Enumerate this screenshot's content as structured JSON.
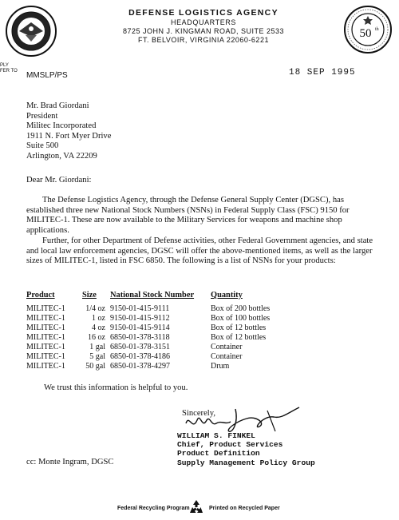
{
  "letterhead": {
    "agency": "DEFENSE LOGISTICS AGENCY",
    "hq": "HEADQUARTERS",
    "address_line1": "8725 JOHN J. KINGMAN ROAD, SUITE 2533",
    "address_line2": "FT. BELVOIR, VIRGINIA 22060-6221"
  },
  "reply_to_label": "PLY\nFER TO",
  "reference": "MMSLP/PS",
  "date": "18 SEP 1995",
  "recipient": {
    "name": "Mr. Brad Giordani",
    "title": "President",
    "company": "Militec Incorporated",
    "street": "1911 N. Fort Myer Drive",
    "suite": "Suite 500",
    "city": "Arlington, VA 22209"
  },
  "salutation": "Dear Mr. Giordani:",
  "paragraph1": "The Defense Logistics Agency, through the Defense General Supply Center (DGSC), has established three new National Stock Numbers (NSNs) in Federal Supply Class (FSC) 9150 for MILITEC-1. These are now available to the Military Services for weapons and machine shop applications.",
  "paragraph2": "Further, for other Department of Defense activities, other Federal Government agencies, and state and local law enforcement agencies, DGSC will offer the above-mentioned items, as well as the larger sizes of MILITEC-1, listed in FSC 6850. The following is a list of NSNs for your products:",
  "table": {
    "headers": [
      "Product",
      "Size",
      "National Stock Number",
      "Quantity"
    ],
    "rows": [
      {
        "product": "MILITEC-1",
        "size": "1/4 oz",
        "nsn": "9150-01-415-9111",
        "quantity": "Box of 200 bottles"
      },
      {
        "product": "MILITEC-1",
        "size": "1 oz",
        "nsn": "9150-01-415-9112",
        "quantity": "Box of 100 bottles"
      },
      {
        "product": "MILITEC-1",
        "size": "4 oz",
        "nsn": "9150-01-415-9114",
        "quantity": "Box of 12 bottles"
      },
      {
        "product": "MILITEC-1",
        "size": "16 oz",
        "nsn": "6850-01-378-3118",
        "quantity": "Box of 12 bottles"
      },
      {
        "product": "MILITEC-1",
        "size": "1 gal",
        "nsn": "6850-01-378-3151",
        "quantity": "Container"
      },
      {
        "product": "MILITEC-1",
        "size": "5 gal",
        "nsn": "6850-01-378-4186",
        "quantity": "Container"
      },
      {
        "product": "MILITEC-1",
        "size": "50 gal",
        "nsn": "6850-01-378-4297",
        "quantity": "Drum"
      }
    ]
  },
  "closing_line": "We trust this information is helpful to you.",
  "sincerely": "Sincerely,",
  "signatory": {
    "name": "WILLIAM S. FINKEL",
    "title1": "Chief, Product Services",
    "title2": "Product Definition",
    "title3": "Supply Management Policy Group"
  },
  "cc": "cc:  Monte Ingram, DGSC",
  "footer": {
    "left": "Federal Recycling Program",
    "right": "Printed on Recycled Paper"
  },
  "seal_right": {
    "number": "50",
    "superscript": "th"
  }
}
